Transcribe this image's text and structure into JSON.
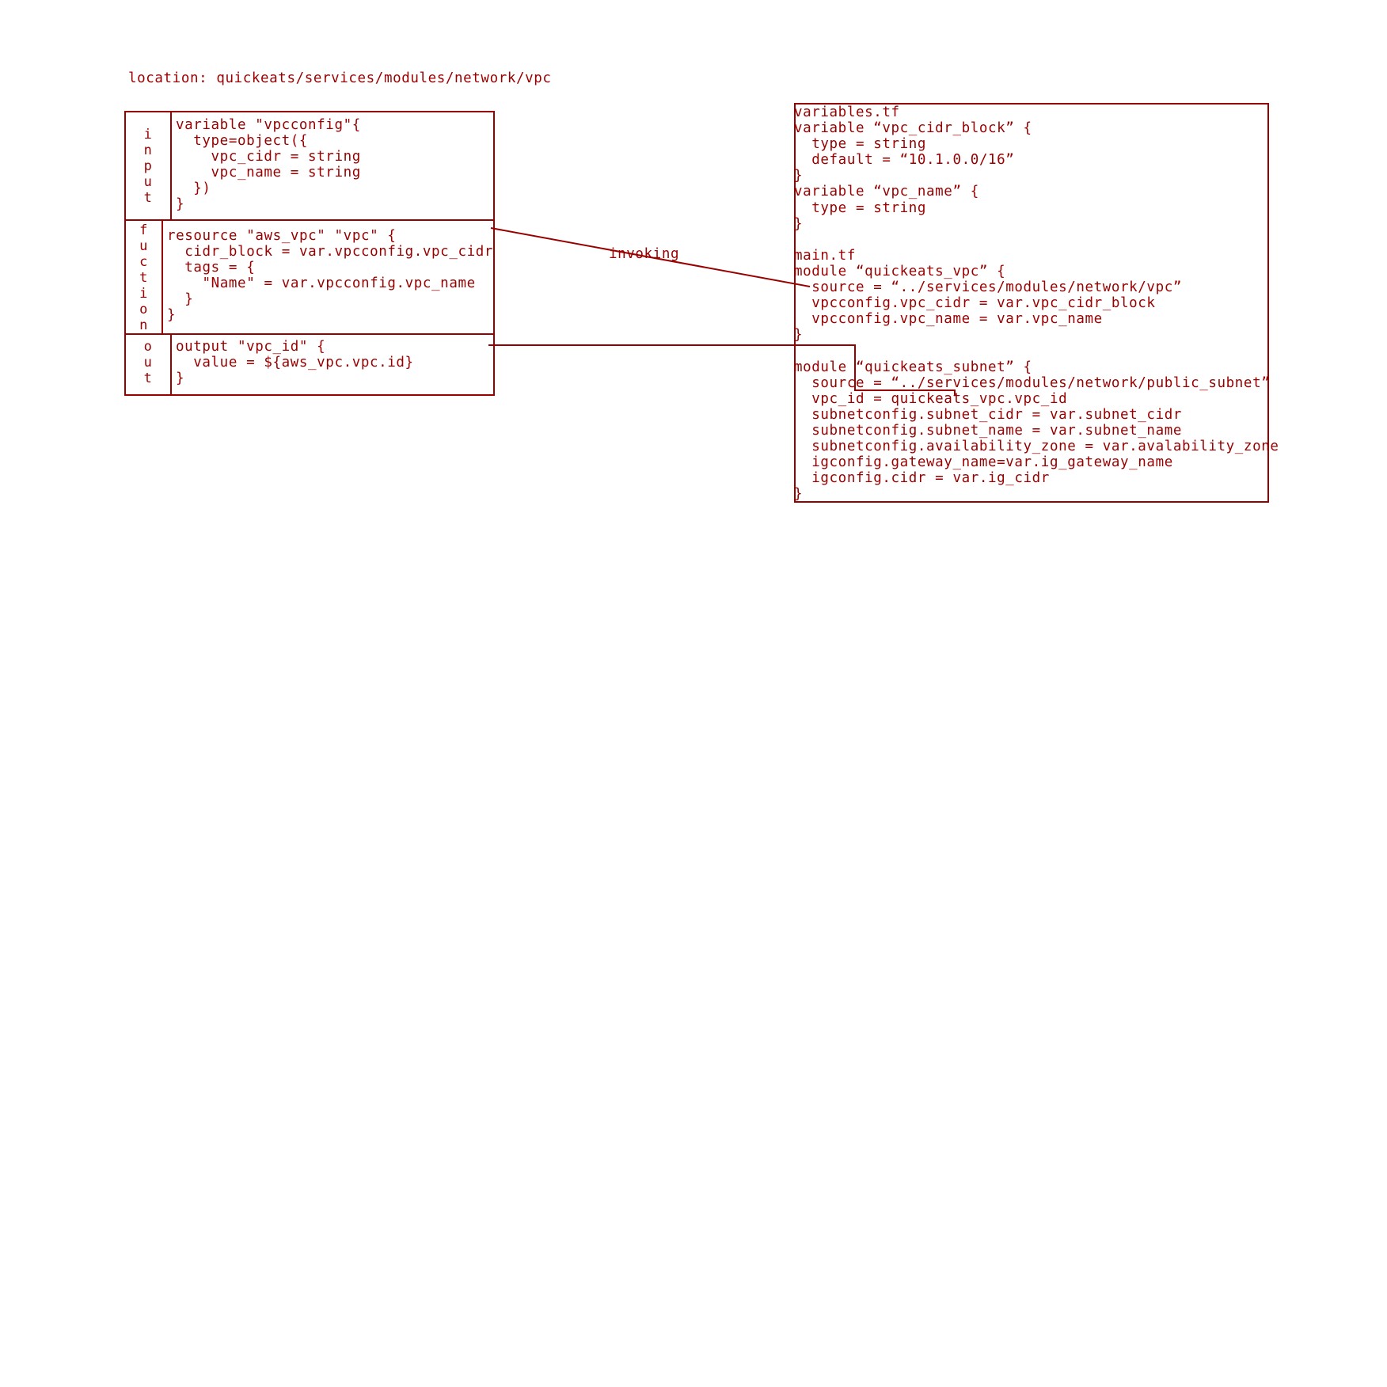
{
  "location_label": "location: quickeats/services/modules/network/vpc",
  "module_table": {
    "input": {
      "label": "i\nn\np\nu\nt",
      "code": "variable \"vpcconfig\"{\n  type=object({\n    vpc_cidr = string\n    vpc_name = string\n  })\n}"
    },
    "function": {
      "label": "f\nu\nc\nt\ni\no\nn",
      "code": "resource \"aws_vpc\" \"vpc\" {\n  cidr_block = var.vpcconfig.vpc_cidr\n  tags = {\n    \"Name\" = var.vpcconfig.vpc_name\n  }\n}"
    },
    "output": {
      "label": "o\nu\nt",
      "code": "output \"vpc_id\" {\n  value = ${aws_vpc.vpc.id}\n}"
    }
  },
  "connector_label": "invoking",
  "caller_code": "variables.tf\nvariable “vpc_cidr_block” {\n  type = string\n  default = “10.1.0.0/16”\n}\nvariable “vpc_name” {\n  type = string\n}\n\nmain.tf\nmodule “quickeats_vpc” {\n  source = “../services/modules/network/vpc”\n  vpcconfig.vpc_cidr = var.vpc_cidr_block\n  vpcconfig.vpc_name = var.vpc_name\n}\n\nmodule “quickeats_subnet” {\n  source = “../services/modules/network/public_subnet”\n  vpc_id = quickeats_vpc.vpc_id\n  subnetconfig.subnet_cidr = var.subnet_cidr\n  subnetconfig.subnet_name = var.subnet_name\n  subnetconfig.availability_zone = var.avalability_zone\n  igconfig.gateway_name=var.ig_gateway_name\n  igconfig.cidr = var.ig_cidr\n}",
  "colors": {
    "stroke": "#990000",
    "background": "#ffffff"
  }
}
